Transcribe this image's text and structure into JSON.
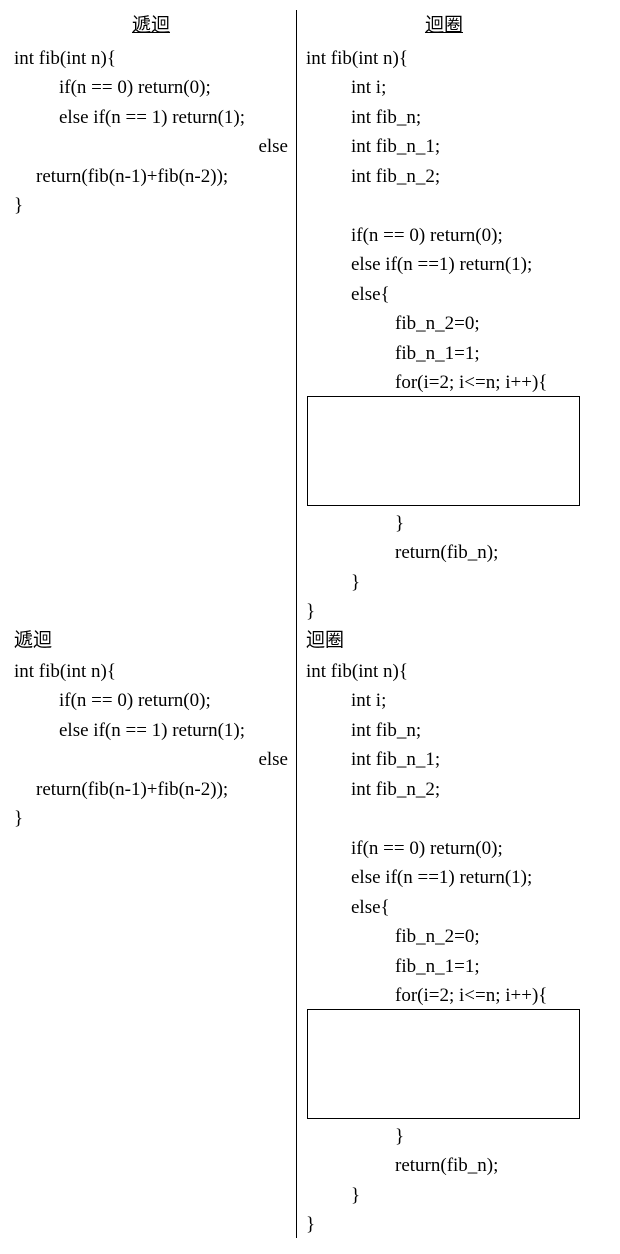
{
  "sections": [
    {
      "recursive_heading": "遞迴",
      "loop_heading": "迴圈",
      "recursive_code": {
        "line1": "int fib(int n){",
        "line2": "if(n == 0) return(0);",
        "line3": "else if(n == 1) return(1);",
        "line4": "else",
        "line5": "return(fib(n-1)+fib(n-2));",
        "line6": "}"
      },
      "loop_code": {
        "line1": "int fib(int n){",
        "line2": "int i;",
        "line3": "int fib_n;",
        "line4": "int fib_n_1;",
        "line5": "int fib_n_2;",
        "line6": "if(n == 0) return(0);",
        "line7": "else if(n ==1) return(1);",
        "line8": "else{",
        "line9": "fib_n_2=0;",
        "line10": "fib_n_1=1;",
        "line11": "for(i=2; i<=n; i++){",
        "line12": "}",
        "line13": "return(fib_n);",
        "line14": "}",
        "line15": "}"
      }
    },
    {
      "recursive_heading": "遞迴",
      "loop_heading": "迴圈",
      "recursive_code": {
        "line1": "int fib(int n){",
        "line2": "if(n == 0) return(0);",
        "line3": "else if(n == 1) return(1);",
        "line4": "else",
        "line5": "return(fib(n-1)+fib(n-2));",
        "line6": "}"
      },
      "loop_code": {
        "line1": "int fib(int n){",
        "line2": "int i;",
        "line3": "int fib_n;",
        "line4": "int fib_n_1;",
        "line5": "int fib_n_2;",
        "line6": "if(n == 0) return(0);",
        "line7": "else if(n ==1) return(1);",
        "line8": "else{",
        "line9": "fib_n_2=0;",
        "line10": "fib_n_1=1;",
        "line11": "for(i=2; i<=n; i++){",
        "line12": "}",
        "line13": "return(fib_n);",
        "line14": "}",
        "line15": "}"
      }
    }
  ]
}
